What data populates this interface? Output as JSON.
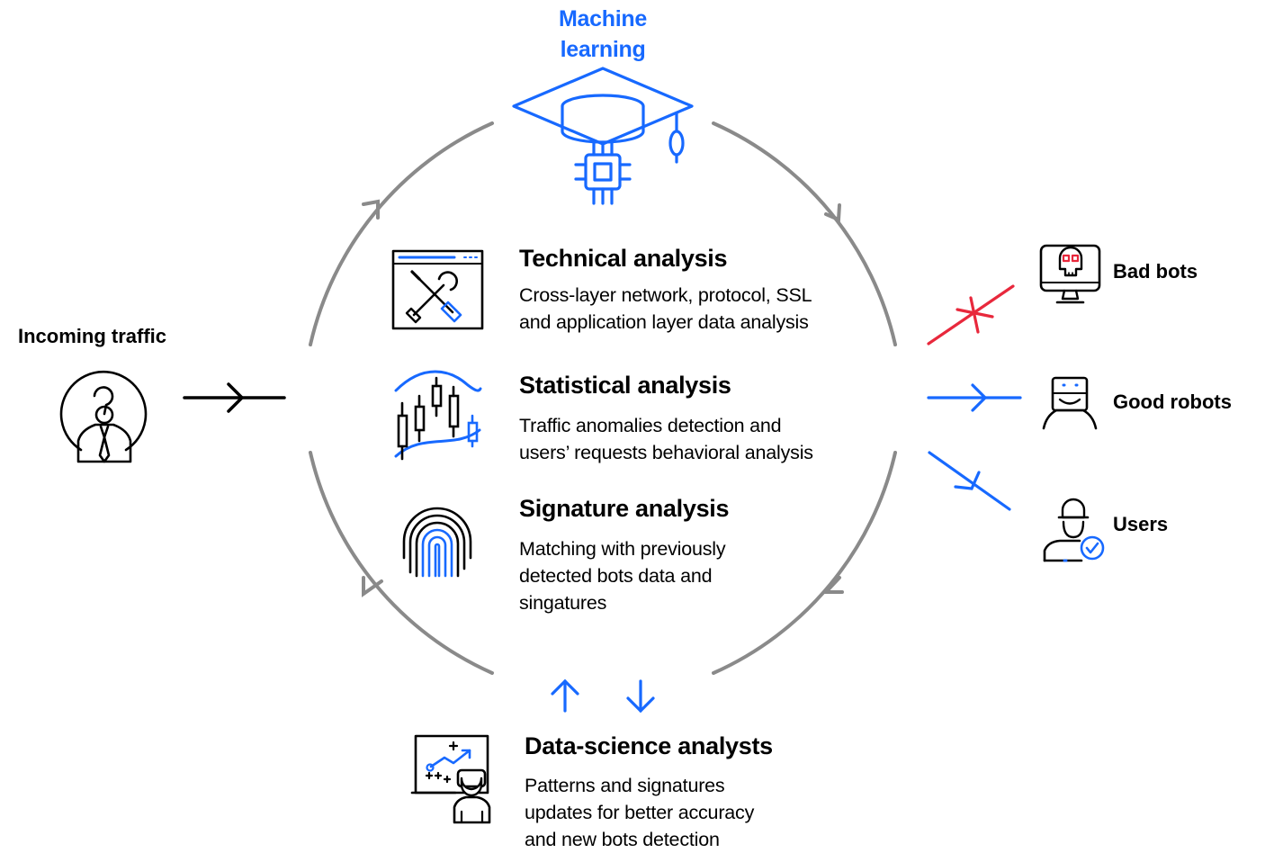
{
  "machine_learning": {
    "line1": "Machine",
    "line2": "learning"
  },
  "incoming_traffic": "Incoming traffic",
  "technical": {
    "title": "Technical analysis",
    "line1": "Cross-layer network, protocol, SSL",
    "line2": "and application layer data analysis"
  },
  "statistical": {
    "title": "Statistical analysis",
    "line1": "Traffic anomalies detection and",
    "line2": "users’ requests behavioral analysis"
  },
  "signature": {
    "title": "Signature analysis",
    "line1": "Matching with previously",
    "line2": "detected bots data and",
    "line3": "singatures"
  },
  "data_science": {
    "title": "Data-science analysts",
    "line1": "Patterns and signatures",
    "line2": "updates for better accuracy",
    "line3": "and new bots detection"
  },
  "outputs": {
    "bad_bots": "Bad bots",
    "good_robots": "Good robots",
    "users": "Users"
  },
  "colors": {
    "accent_blue": "#1769ff",
    "block_red": "#e8283c",
    "cycle_gray": "#8a8a8a",
    "ink": "#000000"
  },
  "icons": [
    "graduation-cap-chip-icon",
    "person-question-icon",
    "browser-tools-icon",
    "candlestick-chart-icon",
    "fingerprint-icon",
    "analyst-board-icon",
    "skull-monitor-icon",
    "robot-icon",
    "verified-user-icon"
  ]
}
